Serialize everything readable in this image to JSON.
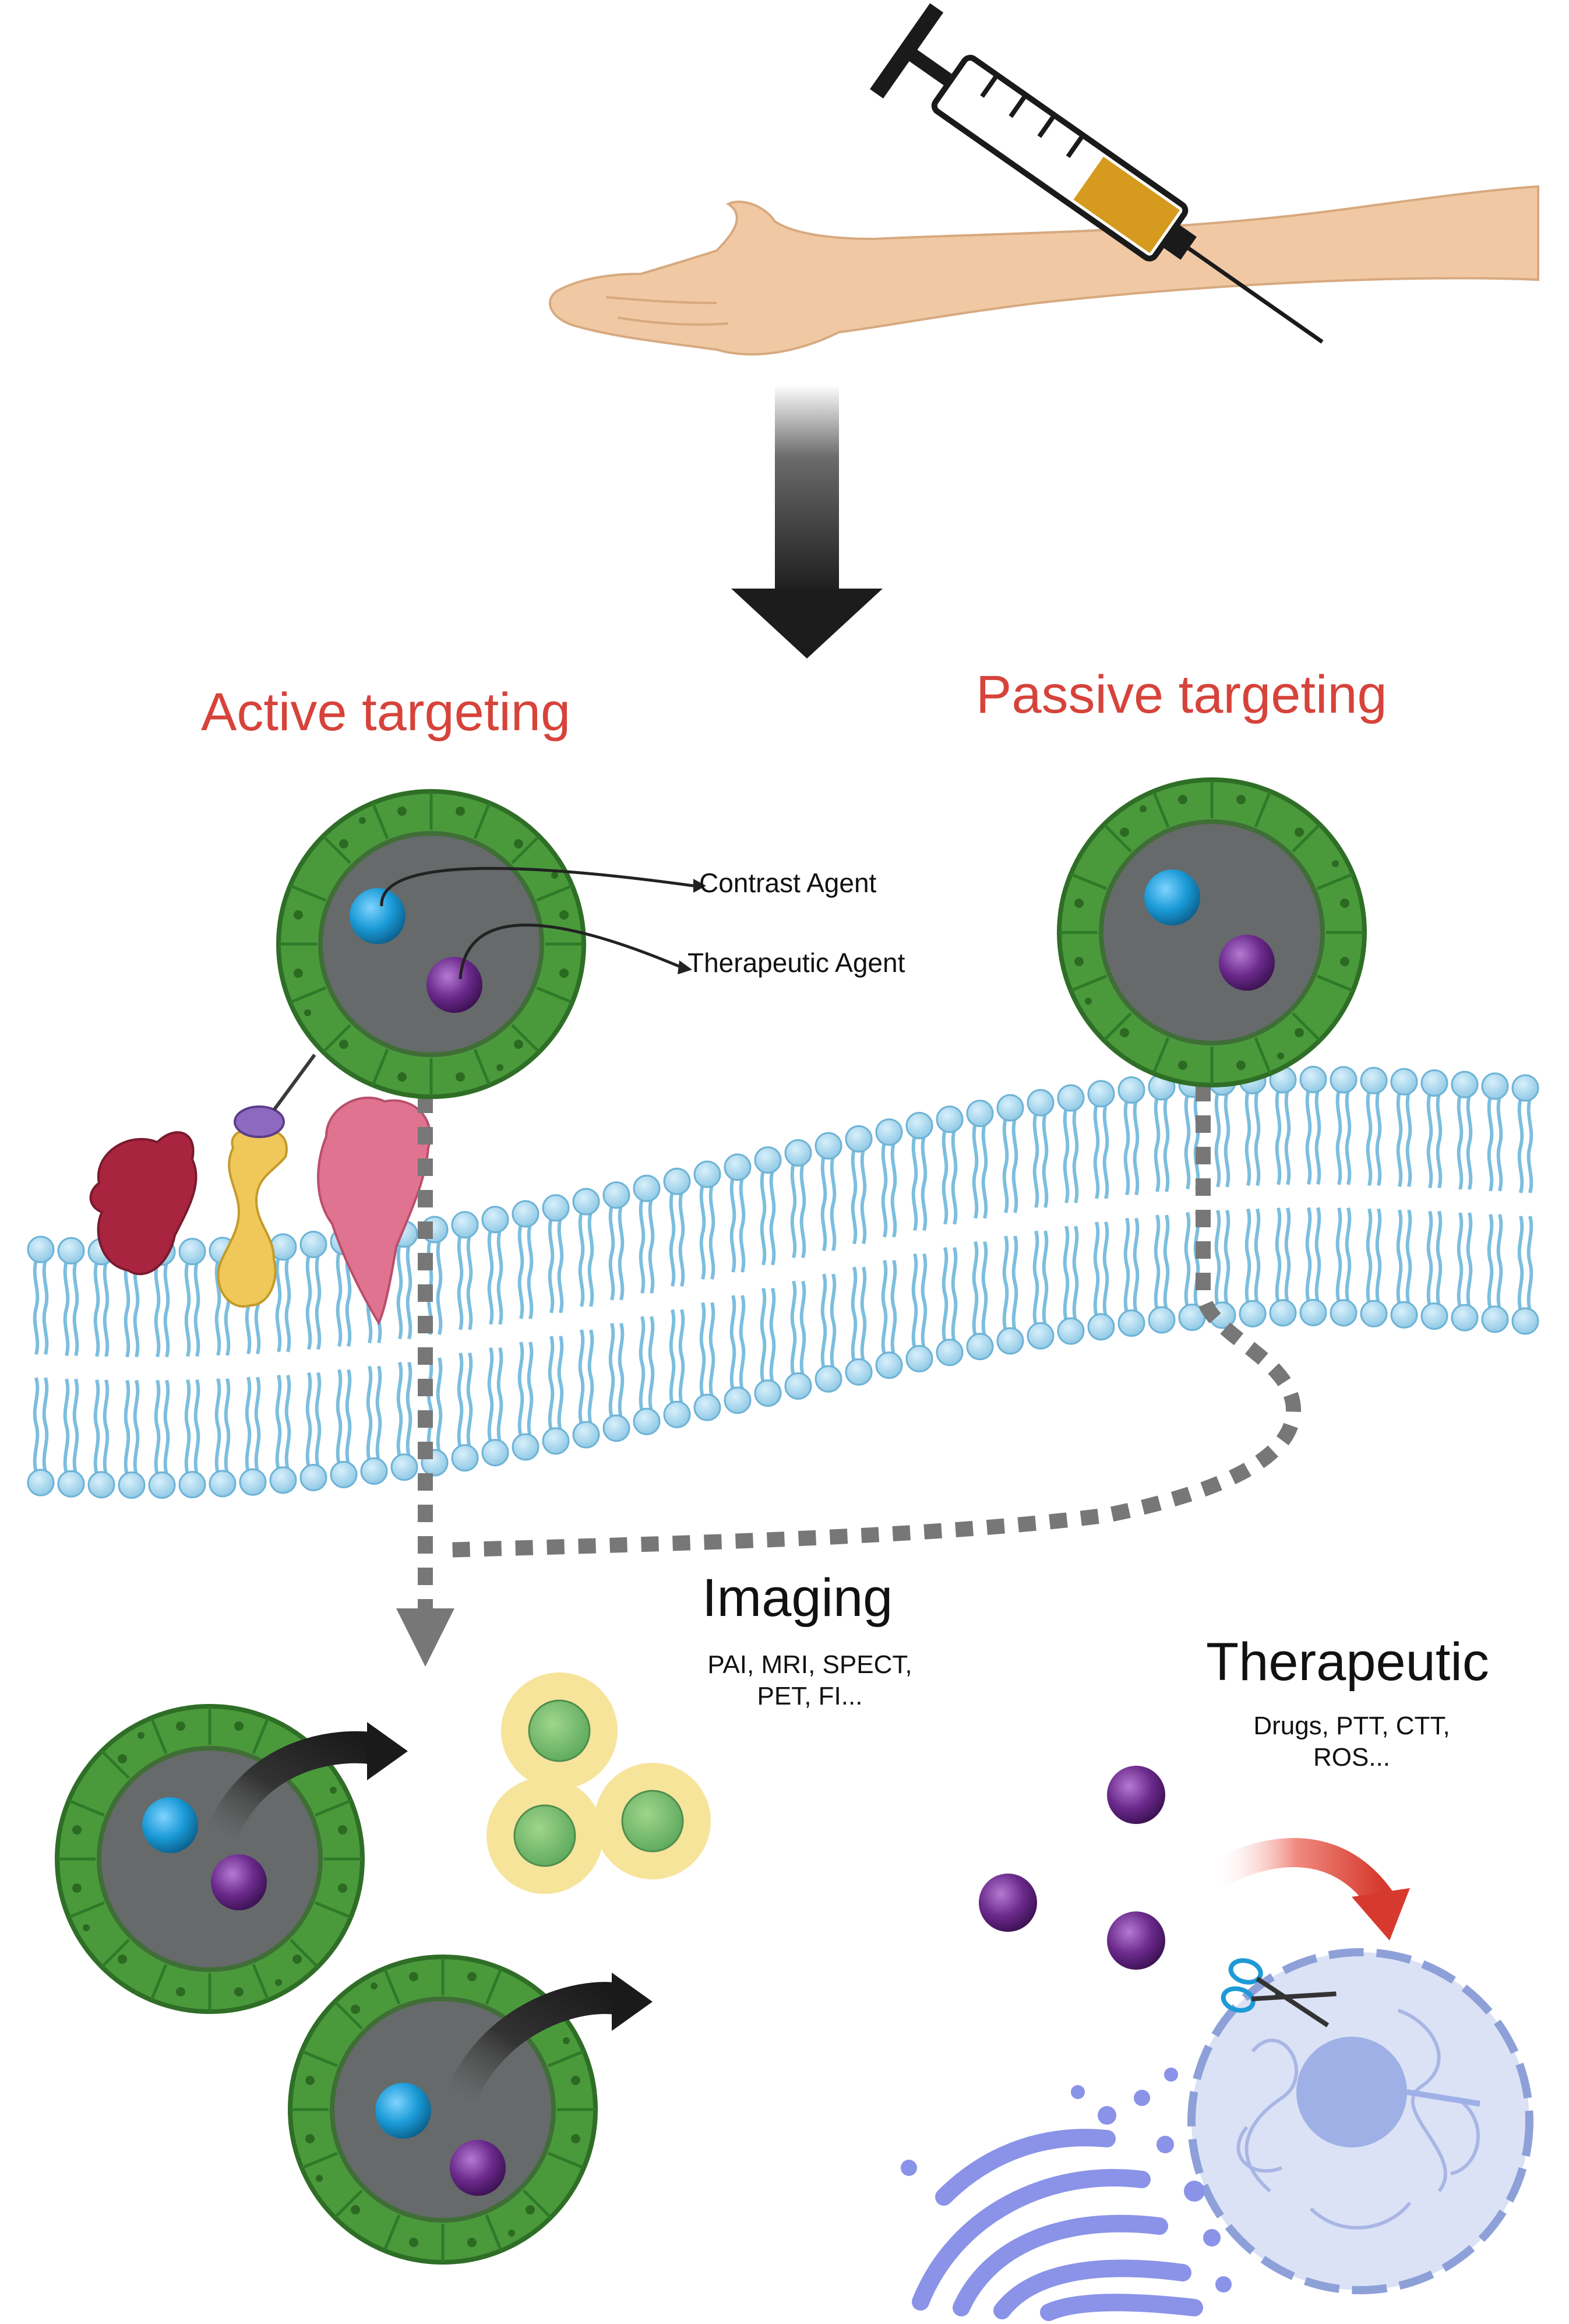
{
  "headings": {
    "active": "Active targeting",
    "passive": "Passive targeting"
  },
  "callouts": {
    "contrast": "Contrast Agent",
    "therapeutic": "Therapeutic Agent"
  },
  "imaging": {
    "title": "Imaging",
    "line1": "PAI, MRI, SPECT,",
    "line2": "PET, FI..."
  },
  "therapy": {
    "title": "Therapeutic",
    "line1": "Drugs, PTT, CTT,",
    "line2": "ROS..."
  },
  "colors": {
    "heading_red": "#d6433b",
    "shell_green": "#4a9a3c",
    "core_gray": "#666a6a",
    "contrast_blue": "#1a9ad6",
    "therapeutic_purple": "#6b2a8c",
    "membrane_blue": "#a9d8ee",
    "skin": "#f0c9a4"
  },
  "icons": [
    "syringe-icon",
    "arm-icon",
    "down-arrow-icon",
    "scissors-icon",
    "golgi-icon",
    "cell-nucleus-icon"
  ]
}
